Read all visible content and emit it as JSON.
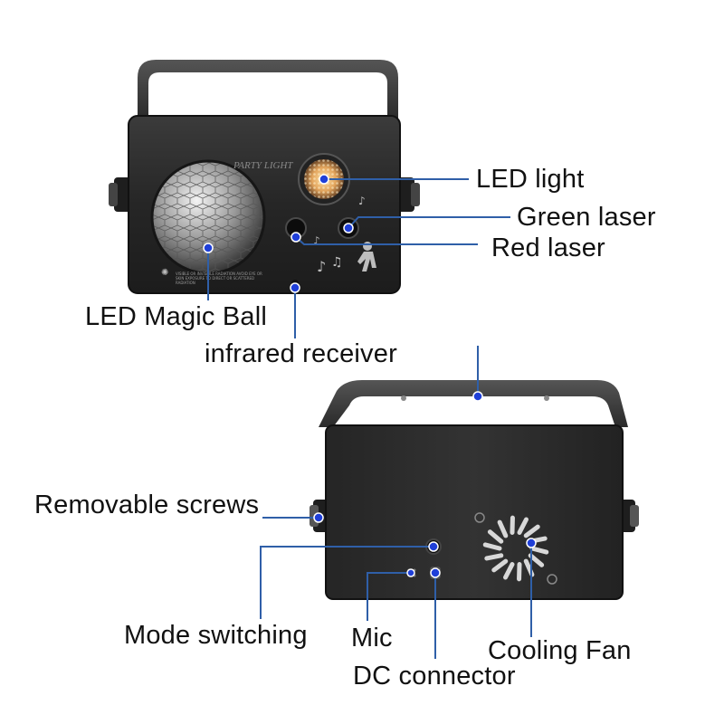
{
  "device_front": {
    "brand_text": "PARTY LIGHT",
    "warning_text": "VISIBLE OR INVISIBLE RADIATION AVOID EYE OR SKIN EXPOSURE TO DIRECT OR SCATTERED RADIATION"
  },
  "labels": {
    "led_light": "LED light",
    "green_laser": "Green laser",
    "red_laser": "Red laser",
    "led_magic_ball": "LED Magic Ball",
    "infrared_receiver": "infrared receiver",
    "removable_screws": "Removable screws",
    "mode_switching": "Mode switching",
    "mic": "Mic",
    "cooling_fan": "Cooling Fan",
    "dc_connector": "DC connector"
  },
  "colors": {
    "callout_line": "#2f5fa8",
    "callout_dot": "#1f3fd8",
    "body": "#2b2b2b",
    "handle": "#3a3a3a"
  }
}
